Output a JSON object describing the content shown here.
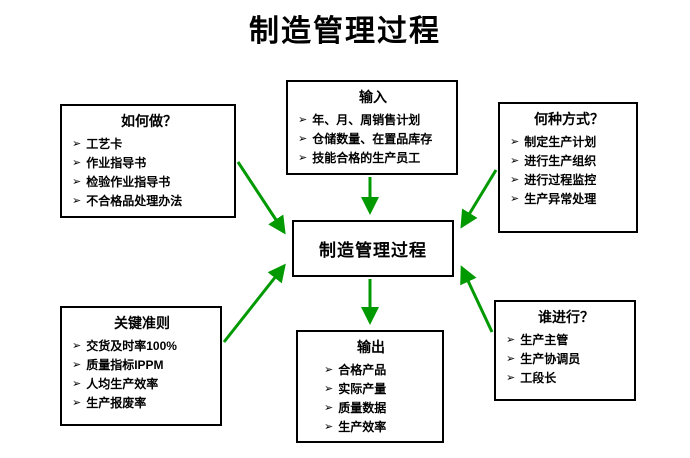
{
  "title": "制造管理过程",
  "center": {
    "label": "制造管理过程"
  },
  "boxes": {
    "input": {
      "title": "输入",
      "items": [
        "年、月、周销售计划",
        "仓储数量、在置品库存",
        "技能合格的生产员工"
      ]
    },
    "how": {
      "title": "如何做？",
      "items": [
        "工艺卡",
        "作业指导书",
        "检验作业指导书",
        "不合格品处理办法"
      ]
    },
    "method": {
      "title": "何种方式？",
      "items": [
        "制定生产计划",
        "进行生产组织",
        "进行过程监控",
        "生产异常处理"
      ]
    },
    "criteria": {
      "title": "关键准则",
      "items": [
        "交货及时率100%",
        "质量指标IPPM",
        "人均生产效率",
        "生产报废率"
      ]
    },
    "output": {
      "title": "输出",
      "items": [
        "合格产品",
        "实际产量",
        "质量数据",
        "生产效率"
      ]
    },
    "who": {
      "title": "谁进行？",
      "items": [
        "生产主管",
        "生产协调员",
        "工段长"
      ]
    }
  },
  "icons": {
    "bullet": "➢"
  },
  "colors": {
    "arrow": "#009a00",
    "border": "#000000"
  }
}
